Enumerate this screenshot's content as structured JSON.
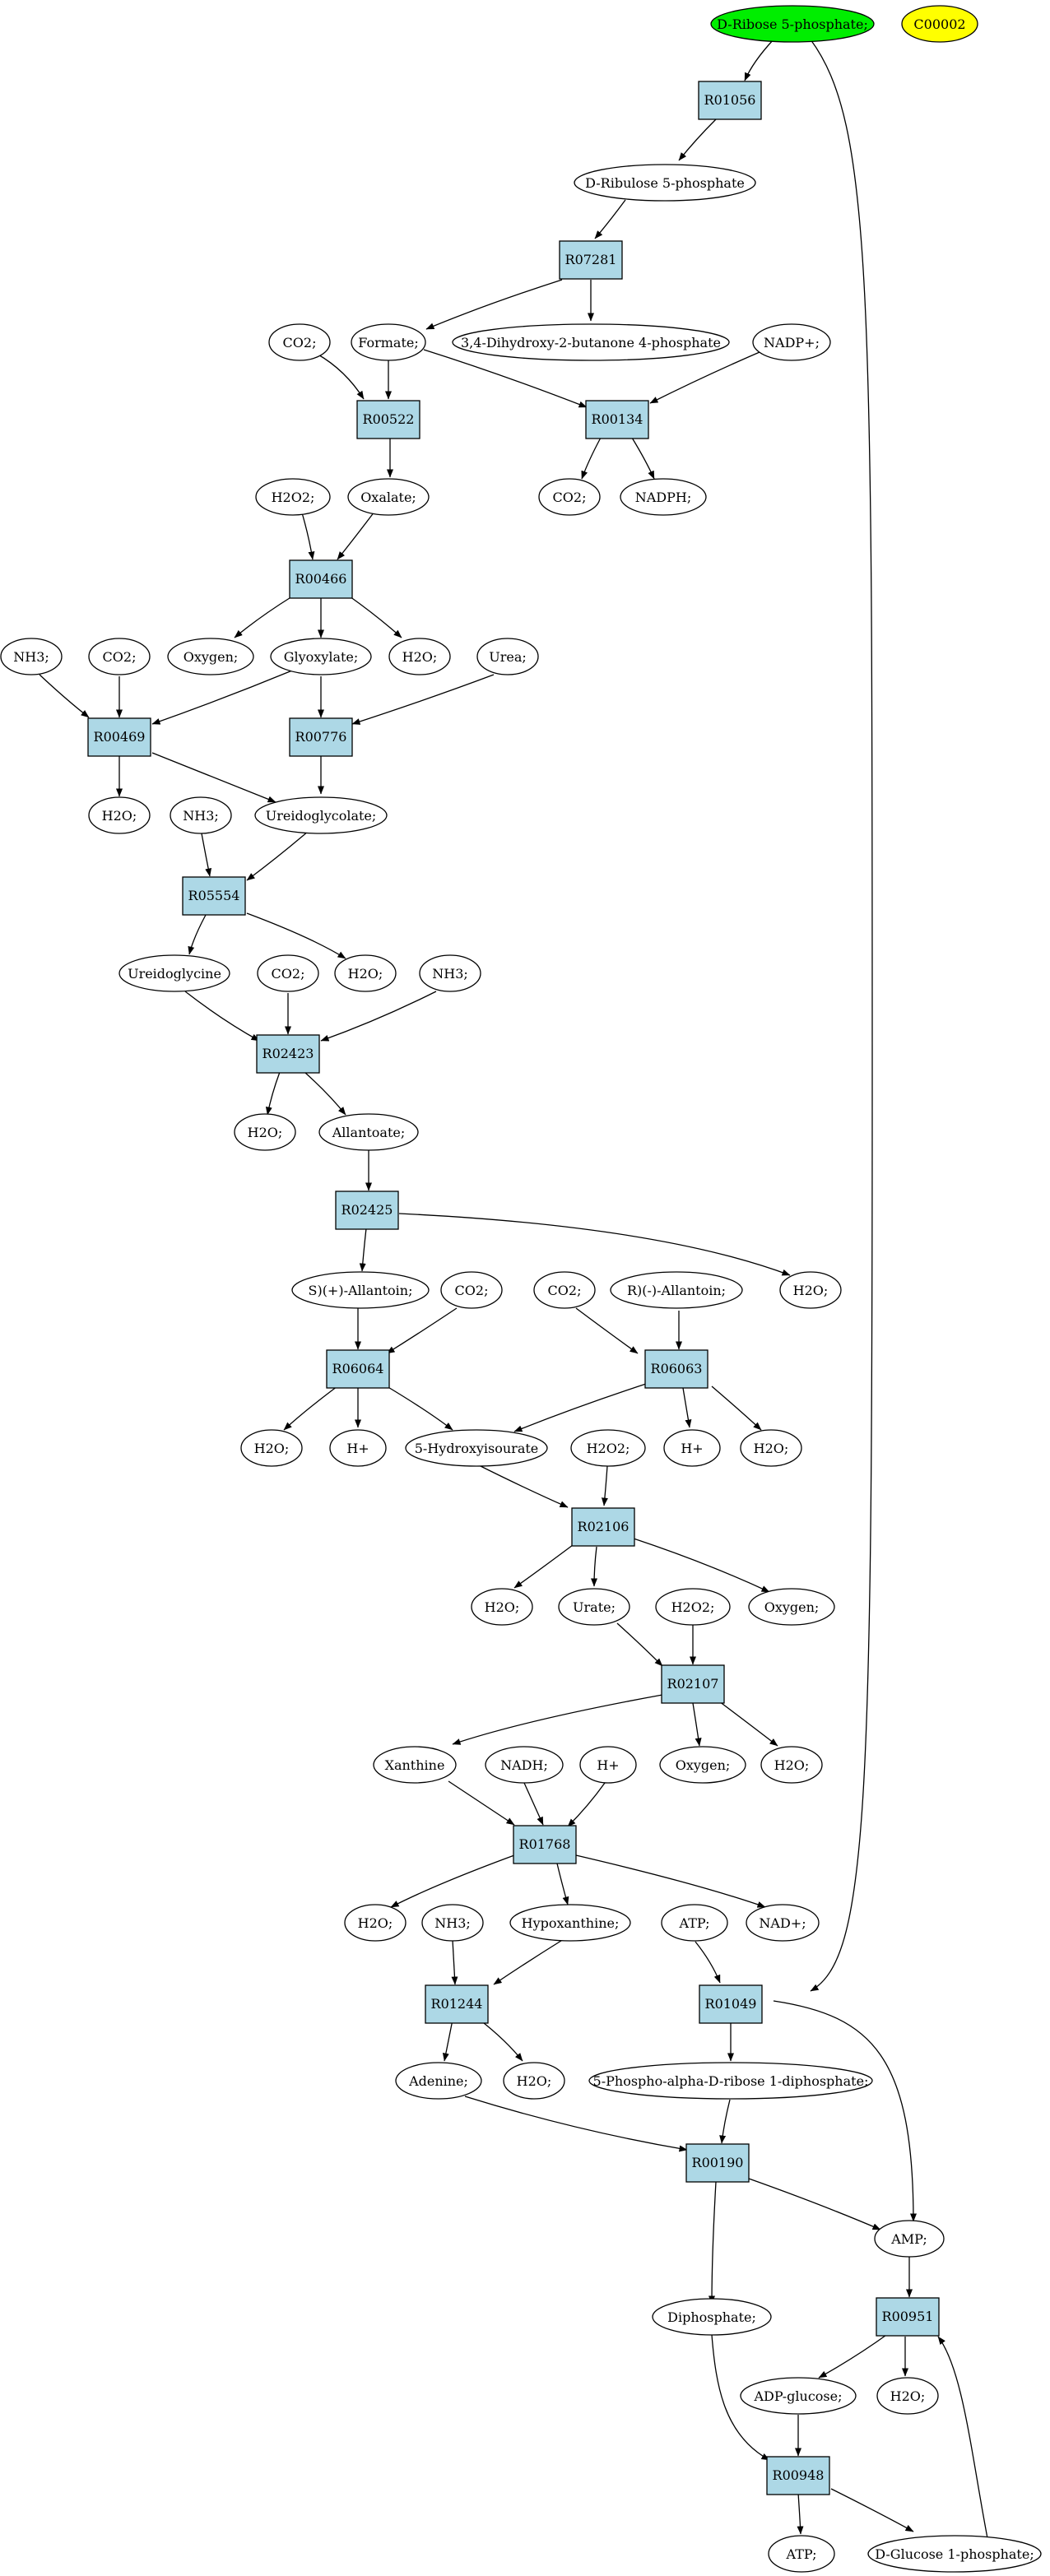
{
  "colors": {
    "reaction_fill": "#add8e6",
    "compound_fill": "#ffffff",
    "start_compound_fill": "#00ee00",
    "highlight_fill": "#ffff00",
    "stroke": "#000000"
  },
  "reactions": [
    {
      "id": "r01056",
      "label": "R01056"
    },
    {
      "id": "r07281",
      "label": "R07281"
    },
    {
      "id": "r00522",
      "label": "R00522"
    },
    {
      "id": "r00134",
      "label": "R00134"
    },
    {
      "id": "r00466",
      "label": "R00466"
    },
    {
      "id": "r00469",
      "label": "R00469"
    },
    {
      "id": "r00776",
      "label": "R00776"
    },
    {
      "id": "r05554",
      "label": "R05554"
    },
    {
      "id": "r02423",
      "label": "R02423"
    },
    {
      "id": "r02425",
      "label": "R02425"
    },
    {
      "id": "r06064",
      "label": "R06064"
    },
    {
      "id": "r06063",
      "label": "R06063"
    },
    {
      "id": "r02106",
      "label": "R02106"
    },
    {
      "id": "r02107",
      "label": "R02107"
    },
    {
      "id": "r01768",
      "label": "R01768"
    },
    {
      "id": "r01244",
      "label": "R01244"
    },
    {
      "id": "r01049",
      "label": "R01049"
    },
    {
      "id": "r00190",
      "label": "R00190"
    },
    {
      "id": "r00951",
      "label": "R00951"
    },
    {
      "id": "r00948",
      "label": "R00948"
    }
  ],
  "compounds": [
    {
      "id": "ribose5p",
      "label": "D-Ribose 5-phosphate;",
      "role": "start"
    },
    {
      "id": "c00002",
      "label": "C00002",
      "role": "highlight"
    },
    {
      "id": "ribulose5p",
      "label": "D-Ribulose 5-phosphate"
    },
    {
      "id": "formate",
      "label": "Formate;"
    },
    {
      "id": "dihydroxybutanone",
      "label": "3,4-Dihydroxy-2-butanone 4-phosphate"
    },
    {
      "id": "co2_a",
      "label": "CO2;"
    },
    {
      "id": "nadp",
      "label": "NADP+;"
    },
    {
      "id": "co2_b",
      "label": "CO2;"
    },
    {
      "id": "nadph",
      "label": "NADPH;"
    },
    {
      "id": "h2o2_a",
      "label": "H2O2;"
    },
    {
      "id": "oxalate",
      "label": "Oxalate;"
    },
    {
      "id": "oxygen_a",
      "label": "Oxygen;"
    },
    {
      "id": "glyoxylate",
      "label": "Glyoxylate;"
    },
    {
      "id": "h2o_a",
      "label": "H2O;"
    },
    {
      "id": "nh3_a",
      "label": "NH3;"
    },
    {
      "id": "co2_c",
      "label": "CO2;"
    },
    {
      "id": "urea",
      "label": "Urea;"
    },
    {
      "id": "h2o_b",
      "label": "H2O;"
    },
    {
      "id": "ureidoglycolate",
      "label": "Ureidoglycolate;"
    },
    {
      "id": "nh3_b",
      "label": "NH3;"
    },
    {
      "id": "ureidoglycine",
      "label": "Ureidoglycine"
    },
    {
      "id": "h2o_c",
      "label": "H2O;"
    },
    {
      "id": "co2_d",
      "label": "CO2;"
    },
    {
      "id": "nh3_c",
      "label": "NH3;"
    },
    {
      "id": "h2o_d",
      "label": "H2O;"
    },
    {
      "id": "allantoate",
      "label": "Allantoate;"
    },
    {
      "id": "s_allantoin",
      "label": "S)(+)-Allantoin;"
    },
    {
      "id": "co2_e",
      "label": "CO2;"
    },
    {
      "id": "h2o_e",
      "label": "H2O;"
    },
    {
      "id": "co2_f",
      "label": "CO2;"
    },
    {
      "id": "r_allantoin",
      "label": "R)(-)-Allantoin;"
    },
    {
      "id": "h2o_f",
      "label": "H2O;"
    },
    {
      "id": "hplus_a",
      "label": "H+"
    },
    {
      "id": "hydroxyisourate",
      "label": "5-Hydroxyisourate"
    },
    {
      "id": "h2o2_b",
      "label": "H2O2;"
    },
    {
      "id": "hplus_b",
      "label": "H+"
    },
    {
      "id": "h2o_g",
      "label": "H2O;"
    },
    {
      "id": "h2o_h",
      "label": "H2O;"
    },
    {
      "id": "urate",
      "label": "Urate;"
    },
    {
      "id": "h2o2_c",
      "label": "H2O2;"
    },
    {
      "id": "oxygen_b",
      "label": "Oxygen;"
    },
    {
      "id": "xanthine",
      "label": "Xanthine"
    },
    {
      "id": "nadh",
      "label": "NADH;"
    },
    {
      "id": "hplus_c",
      "label": "H+"
    },
    {
      "id": "oxygen_c",
      "label": "Oxygen;"
    },
    {
      "id": "h2o_i",
      "label": "H2O;"
    },
    {
      "id": "h2o_j",
      "label": "H2O;"
    },
    {
      "id": "nh3_d",
      "label": "NH3;"
    },
    {
      "id": "hypoxanthine",
      "label": "Hypoxanthine;"
    },
    {
      "id": "atp_a",
      "label": "ATP;"
    },
    {
      "id": "nad",
      "label": "NAD+;"
    },
    {
      "id": "adenine",
      "label": "Adenine;"
    },
    {
      "id": "h2o_k",
      "label": "H2O;"
    },
    {
      "id": "prpp",
      "label": "5-Phospho-alpha-D-ribose 1-diphosphate;"
    },
    {
      "id": "amp",
      "label": "AMP;"
    },
    {
      "id": "diphosphate",
      "label": "Diphosphate;"
    },
    {
      "id": "adp_glucose",
      "label": "ADP-glucose;"
    },
    {
      "id": "h2o_l",
      "label": "H2O;"
    },
    {
      "id": "atp_b",
      "label": "ATP;"
    },
    {
      "id": "glucose1p",
      "label": "D-Glucose 1-phosphate;"
    }
  ]
}
